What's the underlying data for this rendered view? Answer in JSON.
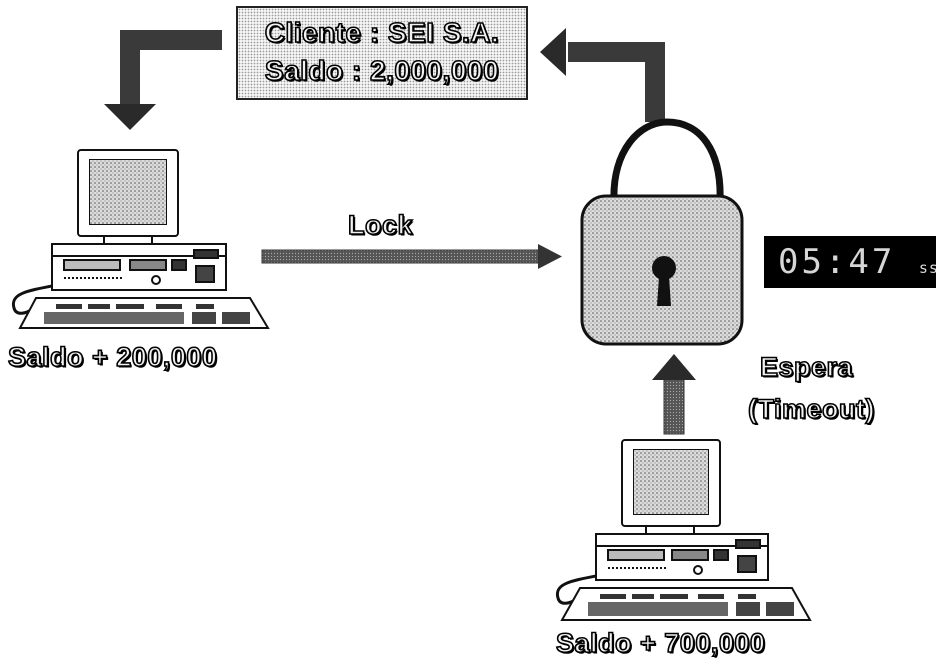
{
  "info_box": {
    "line1": "Cliente : SEI S.A.",
    "line2": "Saldo : 2,000,000"
  },
  "lock_label": "Lock",
  "wait_label": {
    "line1": "Espera",
    "line2": "(Timeout)"
  },
  "timer": {
    "digits": "05:47",
    "unit": "ss"
  },
  "client_a_label": "Saldo + 200,000",
  "client_b_label": "Saldo + 700,000"
}
